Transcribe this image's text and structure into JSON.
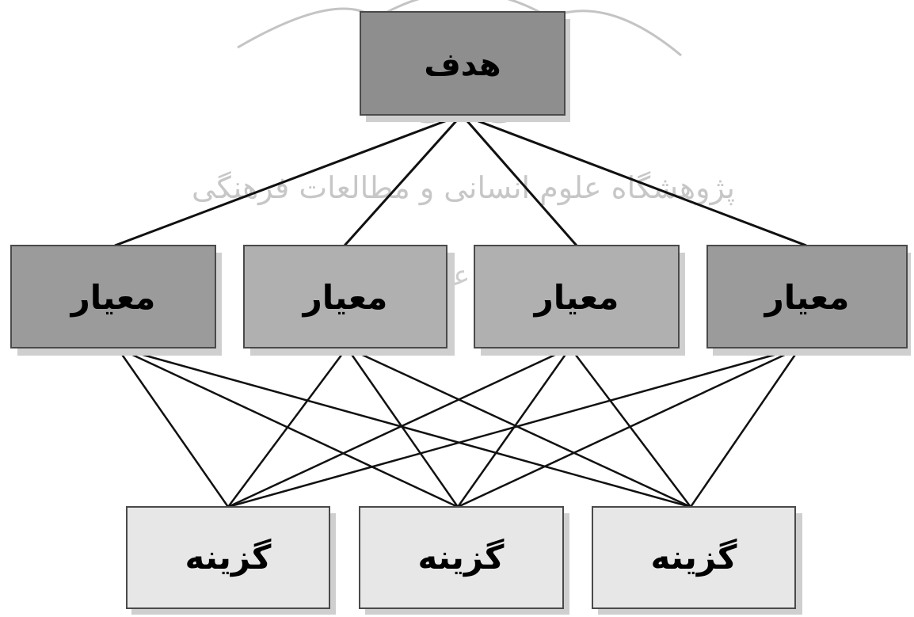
{
  "goal": {
    "label": "هدف"
  },
  "criteria": [
    {
      "label": "معیار"
    },
    {
      "label": "معیار"
    },
    {
      "label": "معیار"
    },
    {
      "label": "معیار"
    }
  ],
  "alternatives": [
    {
      "label": "گزینه"
    },
    {
      "label": "گزینه"
    },
    {
      "label": "گزینه"
    }
  ],
  "watermark": {
    "line1": "پژوهشگاه علوم انسانی و مطالعات فرهنگی",
    "line2": "پرتال جامع علوم انسانی"
  },
  "colors": {
    "goal_fill": "#8e8e8e",
    "criteria_dark_fill": "#9b9b9b",
    "criteria_light_fill": "#b0b0b0",
    "alternative_fill": "#e7e7e7",
    "border": "#4a4a4a",
    "shadow": "#cfcfcf",
    "edge": "#111111",
    "watermark": "#bdbdbd"
  }
}
